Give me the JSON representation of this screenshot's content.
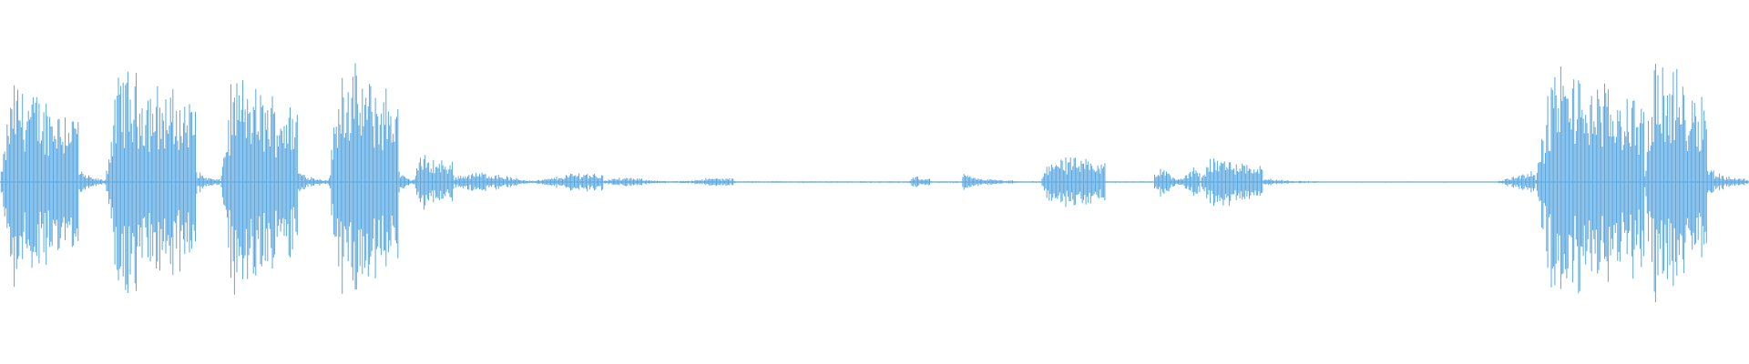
{
  "waveform": {
    "color": "#5aa8e0",
    "background": "#ffffff",
    "segments": [
      {
        "start": 0.0,
        "end": 0.045,
        "peak": 0.82,
        "shape": "burst"
      },
      {
        "start": 0.045,
        "end": 0.06,
        "peak": 0.1,
        "shape": "tail"
      },
      {
        "start": 0.06,
        "end": 0.112,
        "peak": 0.92,
        "shape": "burst"
      },
      {
        "start": 0.112,
        "end": 0.126,
        "peak": 0.1,
        "shape": "tail"
      },
      {
        "start": 0.126,
        "end": 0.17,
        "peak": 0.86,
        "shape": "burst"
      },
      {
        "start": 0.17,
        "end": 0.188,
        "peak": 0.1,
        "shape": "tail"
      },
      {
        "start": 0.188,
        "end": 0.228,
        "peak": 0.98,
        "shape": "burst"
      },
      {
        "start": 0.228,
        "end": 0.236,
        "peak": 0.1,
        "shape": "tail"
      },
      {
        "start": 0.236,
        "end": 0.26,
        "peak": 0.22,
        "shape": "burst"
      },
      {
        "start": 0.26,
        "end": 0.345,
        "peak": 0.07,
        "shape": "noise"
      },
      {
        "start": 0.345,
        "end": 0.42,
        "peak": 0.03,
        "shape": "noise"
      },
      {
        "start": 0.42,
        "end": 0.52,
        "peak": 0.006,
        "shape": "flat"
      },
      {
        "start": 0.52,
        "end": 0.532,
        "peak": 0.05,
        "shape": "burst"
      },
      {
        "start": 0.532,
        "end": 0.55,
        "peak": 0.006,
        "shape": "flat"
      },
      {
        "start": 0.55,
        "end": 0.58,
        "peak": 0.06,
        "shape": "tail"
      },
      {
        "start": 0.58,
        "end": 0.595,
        "peak": 0.006,
        "shape": "flat"
      },
      {
        "start": 0.595,
        "end": 0.632,
        "peak": 0.22,
        "shape": "burst"
      },
      {
        "start": 0.632,
        "end": 0.66,
        "peak": 0.006,
        "shape": "flat"
      },
      {
        "start": 0.66,
        "end": 0.686,
        "peak": 0.1,
        "shape": "noise"
      },
      {
        "start": 0.686,
        "end": 0.722,
        "peak": 0.22,
        "shape": "burst"
      },
      {
        "start": 0.722,
        "end": 0.756,
        "peak": 0.03,
        "shape": "tail"
      },
      {
        "start": 0.756,
        "end": 0.855,
        "peak": 0.004,
        "shape": "flat"
      },
      {
        "start": 0.855,
        "end": 0.878,
        "peak": 0.1,
        "shape": "rise"
      },
      {
        "start": 0.878,
        "end": 0.94,
        "peak": 0.95,
        "shape": "burst"
      },
      {
        "start": 0.94,
        "end": 0.976,
        "peak": 1.0,
        "shape": "burst"
      },
      {
        "start": 0.976,
        "end": 1.0,
        "peak": 0.12,
        "shape": "tail"
      }
    ]
  }
}
